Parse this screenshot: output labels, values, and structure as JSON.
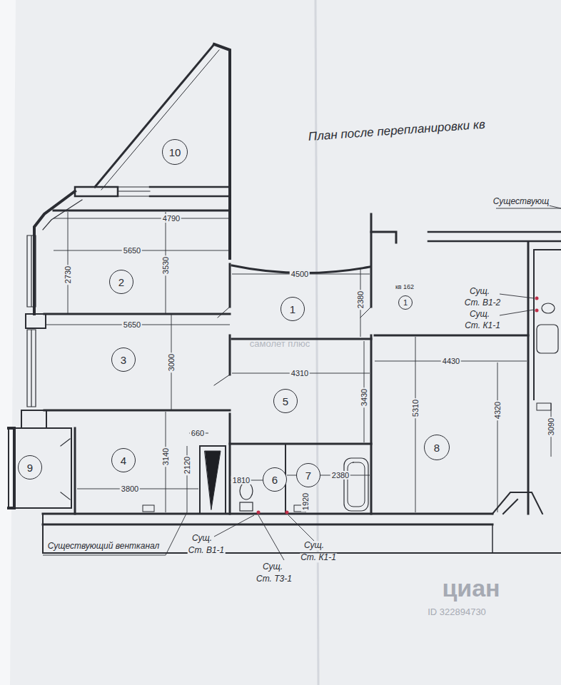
{
  "diagram": {
    "title": "План после перепланировки кв",
    "nodes": [
      {
        "text": [
          "10"
        ]
      },
      {
        "text": [
          "2"
        ]
      },
      {
        "text": [
          "1"
        ]
      },
      {
        "text": [
          "1"
        ]
      },
      {
        "text": [
          "3"
        ]
      },
      {
        "text": [
          "5"
        ]
      },
      {
        "text": [
          "4"
        ]
      },
      {
        "text": [
          "6"
        ]
      },
      {
        "text": [
          "7"
        ]
      },
      {
        "text": [
          "8"
        ]
      },
      {
        "text": [
          "9"
        ]
      }
    ],
    "labels": [
      "4790",
      "5650",
      "3530",
      "2730",
      "5650",
      "3000",
      "4500",
      "2380",
      "4310",
      "3430",
      "660",
      "3140",
      "2120",
      "3800",
      "1810",
      "2380",
      "1920",
      "4430",
      "5310",
      "4320",
      "3090",
      "кв 162",
      "Сущ.",
      "Ст. В1-2",
      "Сущ.",
      "Ст. К1-1",
      "Существующий вентканал",
      "Сущ.",
      "Ст. В1-1",
      "Сущ.",
      "Ст. Т3-1",
      "Сущ.",
      "Ст. К1-1",
      "Существующ",
      "самолет плюс",
      "циан",
      "ID 322894730"
    ]
  }
}
